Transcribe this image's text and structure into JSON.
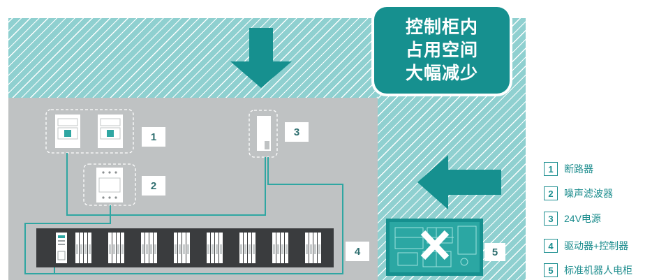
{
  "callout": {
    "lines": [
      "控制柜内",
      "占用空间",
      "大幅减少"
    ]
  },
  "badges": [
    "1",
    "2",
    "3",
    "4",
    "5"
  ],
  "legend": [
    {
      "num": "1",
      "label": "断路器"
    },
    {
      "num": "2",
      "label": "噪声滤波器"
    },
    {
      "num": "3",
      "label": "24V电源"
    },
    {
      "num": "4",
      "label": "驱动器+控制器"
    },
    {
      "num": "5",
      "label": "标准机器人电柜"
    }
  ],
  "colors": {
    "teal": "#16908f",
    "hatch": "#8fd0d0",
    "panel": "#bfc2c3",
    "wire": "#2fa6a2"
  },
  "icons": {
    "down_arrow": "arrow-down-icon",
    "left_arrow": "arrow-left-icon",
    "cross": "cross-icon"
  }
}
